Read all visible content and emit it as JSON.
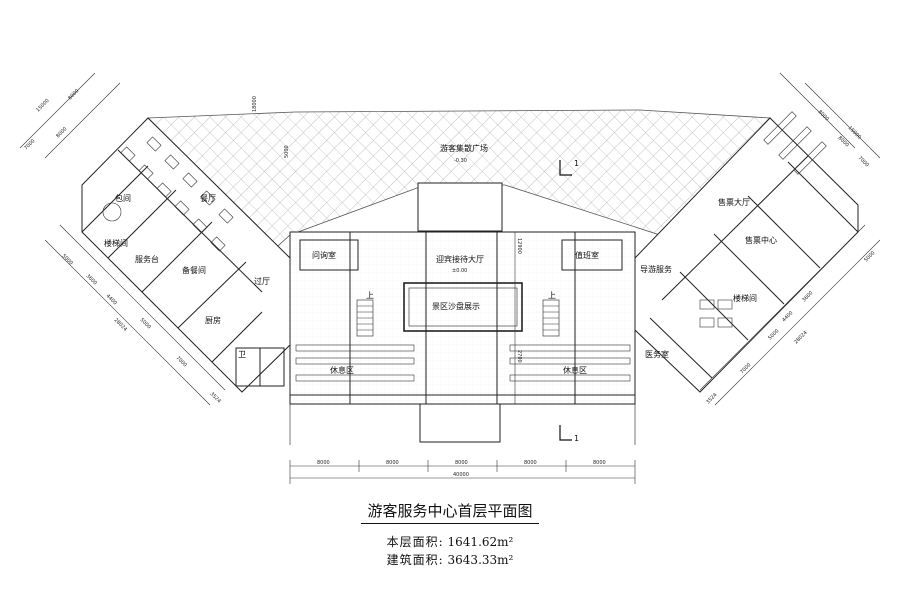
{
  "title": "游客服务中心首层平面图",
  "area_lines": [
    {
      "label": "本层面积:",
      "value": "1641.62m²"
    },
    {
      "label": "建筑面积:",
      "value": "3643.33m²"
    }
  ],
  "rooms": {
    "square": "游客集散广场",
    "square_level": "-0.30",
    "private_room": "包间",
    "dining_hall": "餐厅",
    "stair_left": "楼梯间",
    "service_desk": "服务台",
    "buffet": "备餐间",
    "kitchen": "厨房",
    "corridor": "过厅",
    "toilet": "卫",
    "inquiry": "问询室",
    "reception_hall": "迎宾接待大厅",
    "reception_level": "±0.00",
    "sand_table": "景区沙盘展示",
    "duty_room": "值班室",
    "guide_service": "导游服务",
    "rest_area_left": "休息区",
    "rest_area_right": "休息区",
    "ticket_hall": "售票大厅",
    "ticket_center": "售票中心",
    "stair_right": "楼梯间",
    "clinic": "医务室",
    "up_left": "上",
    "up_right": "上"
  },
  "section_marks": [
    "1",
    "1"
  ],
  "dimensions": {
    "bottom_segments": [
      "8000",
      "8000",
      "8000",
      "8000",
      "8000"
    ],
    "bottom_total": "40000",
    "center_1": "12900",
    "center_2": "2700",
    "left_wing": [
      "15000",
      "8000",
      "7000",
      "8000",
      "5000",
      "3600",
      "4400",
      "28024",
      "5000",
      "7000",
      "3524"
    ],
    "right_wing": [
      "15000",
      "8000",
      "7000",
      "8000",
      "5000",
      "3600",
      "4400",
      "28024",
      "5000",
      "7000",
      "3524"
    ],
    "top_misc": [
      "18000",
      "5000"
    ]
  }
}
